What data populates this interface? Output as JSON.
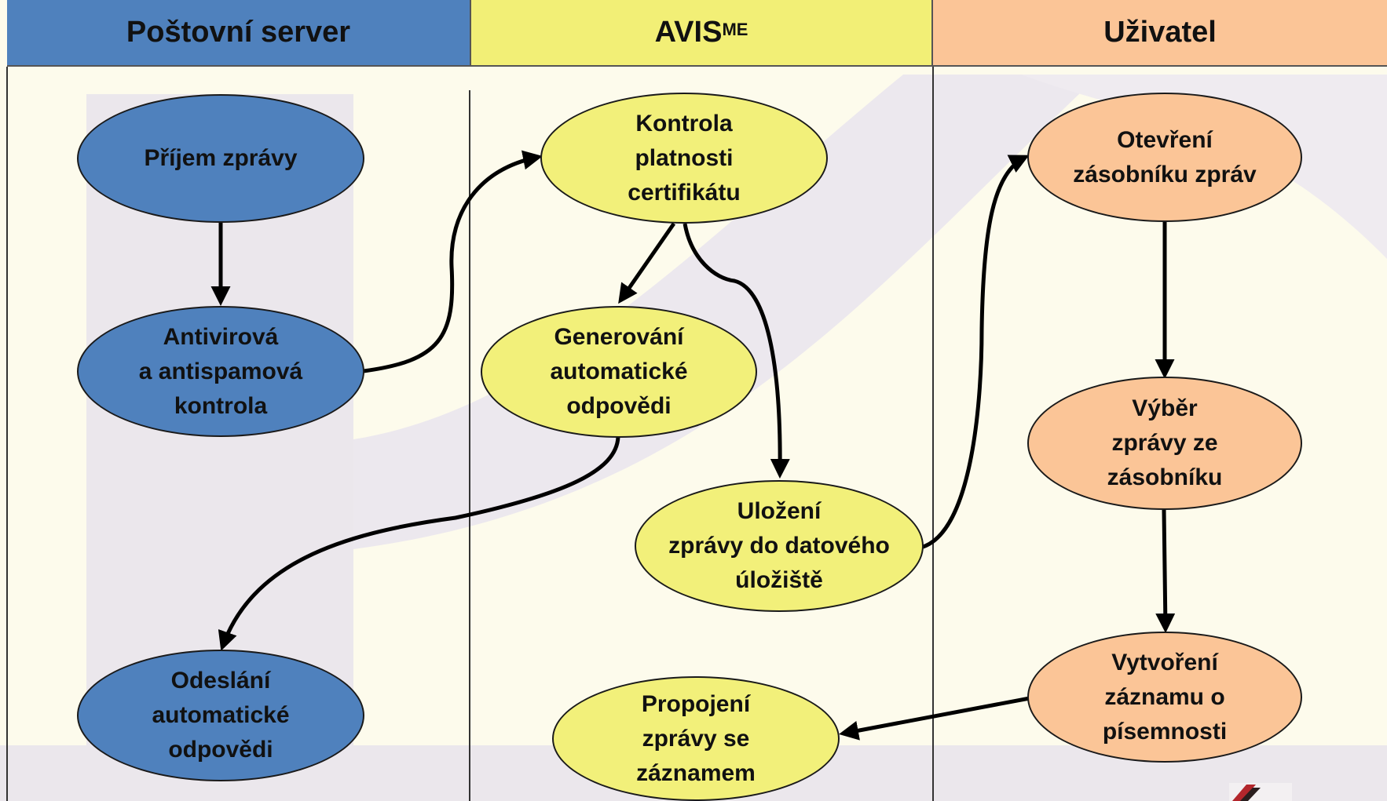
{
  "lanes": [
    {
      "title": "Poštovní server",
      "sup": "",
      "color": "#4f81bd"
    },
    {
      "title": "AVIS",
      "sup": "ME",
      "color": "#f2ef76"
    },
    {
      "title": "Uživatel",
      "sup": "",
      "color": "#fbc597"
    }
  ],
  "nodes": {
    "prijem": "Příjem zprávy",
    "antivir": "Antivirová\na antispamová\nkontrola",
    "odeslani": "Odeslání\nautomatické\nodpovědi",
    "kontrola": "Kontrola\nplatnosti\ncertifikátu",
    "generovani": "Generování\nautomatické\nodpovědi",
    "ulozeni": "Uložení\nzprávy do datového\núložiště",
    "propojeni": "Propojení\nzprávy se\nzáznamem",
    "otevreni": "Otevření\nzásobníku zpráv",
    "vyber": "Výběr\nzprávy ze\nzásobníku",
    "vytvoreni": "Vytvoření\nzáznamu o\npísemnosti"
  },
  "colors": {
    "server": "#4f81bd",
    "avis": "#f2f07a",
    "user": "#fbc597",
    "background": "#fdfbec",
    "watermark": "#ebe7ec"
  }
}
